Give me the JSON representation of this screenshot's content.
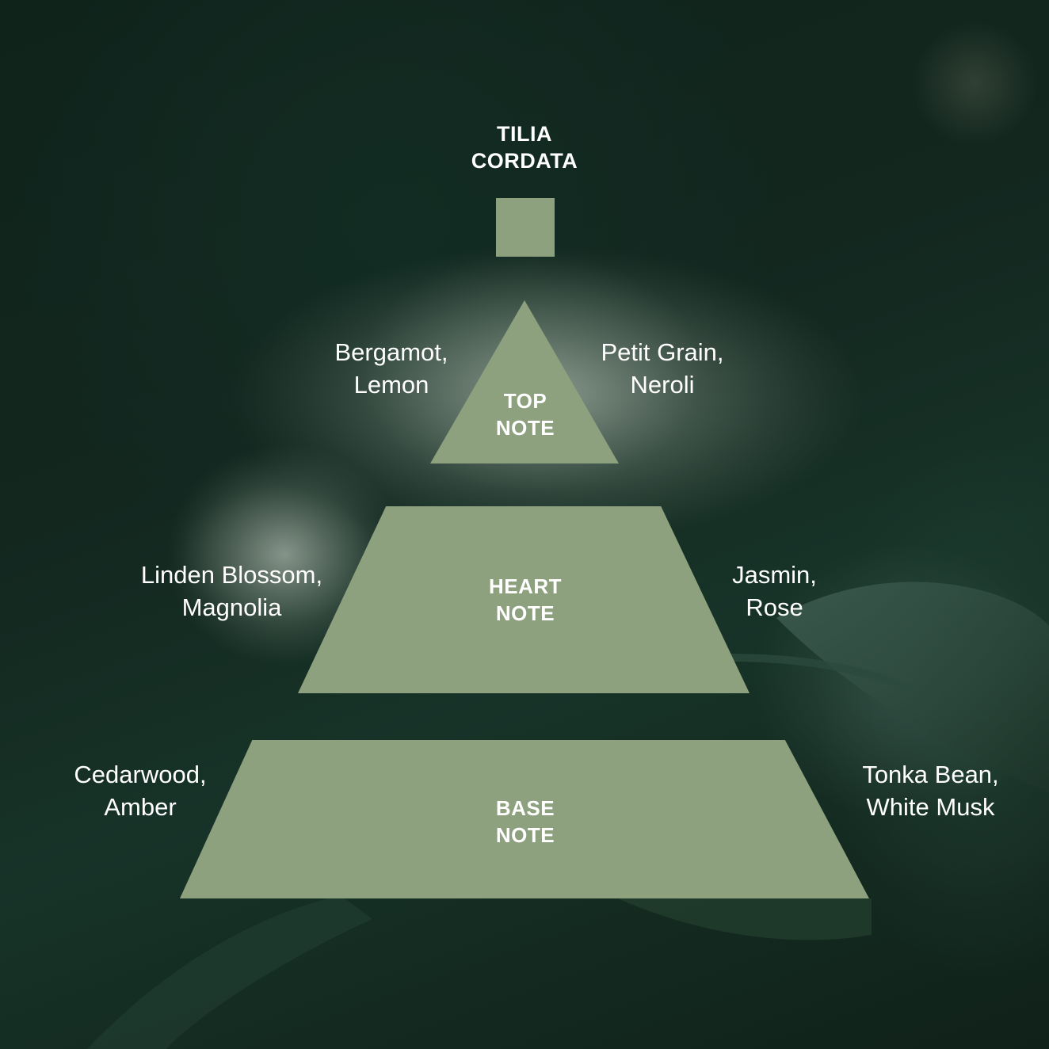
{
  "colors": {
    "pyramid_fill": "#8ea17f",
    "text": "#ffffff",
    "background": "#13271f"
  },
  "title": {
    "line1": "TILIA",
    "line2": "CORDATA"
  },
  "tiers": {
    "top": {
      "label_line1": "TOP",
      "label_line2": "NOTE",
      "left_notes": [
        "Bergamot,",
        "Lemon"
      ],
      "right_notes": [
        "Petit Grain,",
        "Neroli"
      ]
    },
    "heart": {
      "label_line1": "HEART",
      "label_line2": "NOTE",
      "left_notes": [
        "Linden Blossom,",
        "Magnolia"
      ],
      "right_notes": [
        "Jasmin,",
        "Rose"
      ]
    },
    "base": {
      "label_line1": "BASE",
      "label_line2": "NOTE",
      "left_notes": [
        "Cedarwood,",
        "Amber"
      ],
      "right_notes": [
        "Tonka Bean,",
        "White Musk"
      ]
    }
  }
}
